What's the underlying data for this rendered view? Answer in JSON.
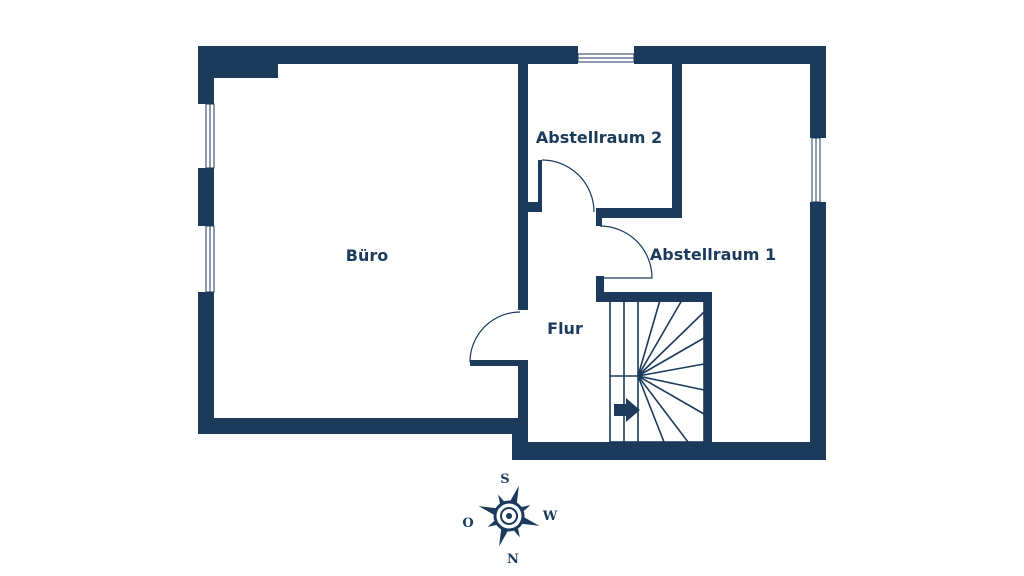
{
  "rooms": {
    "buero": "Büro",
    "abstellraum2": "Abstellraum 2",
    "abstellraum1": "Abstellraum 1",
    "flur": "Flur"
  },
  "compass": {
    "south": "S",
    "west": "W",
    "north": "N",
    "east": "O"
  },
  "colors": {
    "wall": "#1b3a5c"
  }
}
